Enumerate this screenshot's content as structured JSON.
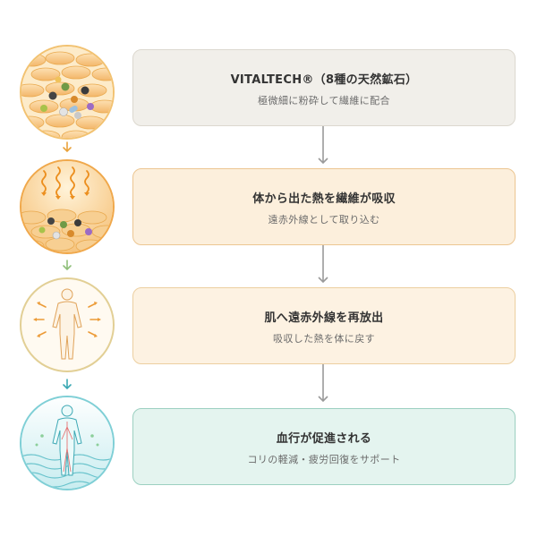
{
  "colors": {
    "step1_bg": "#f1efea",
    "step2_bg": "#fcefdc",
    "step3_bg": "#fdf2e2",
    "step4_bg": "#e4f4ef",
    "arrow_gray": "#9a9a9a",
    "arrow_orange": "#e9a23b",
    "arrow_green": "#8fbf7a",
    "arrow_teal": "#3aa8b3"
  },
  "steps": [
    {
      "title": "VITALTECH®（8種の天然鉱石）",
      "subtitle": "極微細に粉砕して繊維に配合",
      "icon": "fiber-minerals-icon"
    },
    {
      "title": "体から出た熱を繊維が吸収",
      "subtitle": "遠赤外線として取り込む",
      "icon": "heat-absorption-icon"
    },
    {
      "title": "肌へ遠赤外線を再放出",
      "subtitle": "吸収した熱を体に戻す",
      "icon": "body-radiation-icon"
    },
    {
      "title": "血行が促進される",
      "subtitle": "コリの軽減・疲労回復をサポート",
      "icon": "circulation-body-icon"
    }
  ]
}
